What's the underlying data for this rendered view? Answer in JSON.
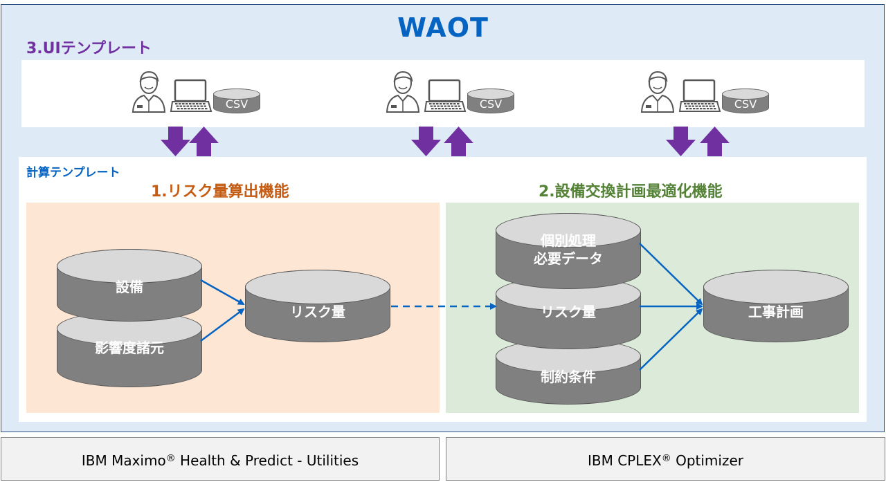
{
  "title": "WAOT",
  "ui_template_label": "3.UIテンプレート",
  "calc_template_label": "計算テンプレート",
  "risk_section": {
    "title": "1.リスク量算出機能",
    "inputs": [
      "設備",
      "影響度諸元"
    ],
    "output": "リスク量"
  },
  "optimization_section": {
    "title": "2.設備交換計画最適化機能",
    "inputs": [
      "個別処理\n必要データ",
      "リスク量",
      "制約条件"
    ],
    "output": "工事計画"
  },
  "ui_user_groups": [
    {
      "csv_label": "CSV"
    },
    {
      "csv_label": "CSV"
    },
    {
      "csv_label": "CSV"
    }
  ],
  "footer": {
    "left": {
      "name": "IBM Maximo",
      "mark": "®",
      "rest": " Health & Predict - Utilities"
    },
    "right": {
      "name": "IBM CPLEX",
      "mark": "®",
      "rest": " Optimizer"
    }
  },
  "colors": {
    "waot_blue": "#0563c1",
    "ui_purple": "#7030a0",
    "risk_orange": "#c55a11",
    "opt_green": "#538135",
    "arrow_purple": "#7030a0",
    "flow_blue": "#0563c1",
    "cylinder_gray": "#808080"
  }
}
